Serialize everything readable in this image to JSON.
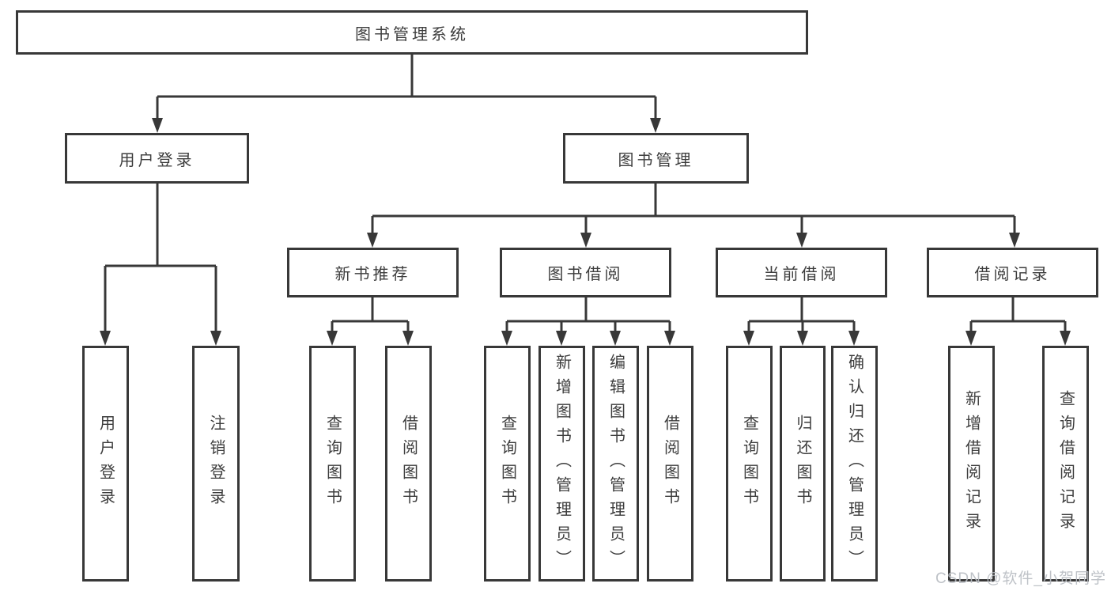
{
  "diagram": {
    "root_label": "图书管理系统",
    "branches": [
      {
        "label": "用户登录",
        "children": [
          {
            "label": "用户登录"
          },
          {
            "label": "注销登录"
          }
        ]
      },
      {
        "label": "图书管理",
        "children": [
          {
            "label": "新书推荐",
            "children": [
              {
                "label": "查询图书"
              },
              {
                "label": "借阅图书"
              }
            ]
          },
          {
            "label": "图书借阅",
            "children": [
              {
                "label": "查询图书"
              },
              {
                "label": "新增图书（管理员）"
              },
              {
                "label": "编辑图书（管理员）"
              },
              {
                "label": "借阅图书"
              }
            ]
          },
          {
            "label": "当前借阅",
            "children": [
              {
                "label": "查询图书"
              },
              {
                "label": "归还图书"
              },
              {
                "label": "确认归还（管理员）"
              }
            ]
          },
          {
            "label": "借阅记录",
            "children": [
              {
                "label": "新增借阅记录"
              },
              {
                "label": "查询借阅记录"
              }
            ]
          }
        ]
      }
    ]
  },
  "watermark": {
    "text": "CSDN @软件_小贺同学"
  },
  "colors": {
    "line": "#383838",
    "box_border": "#383838",
    "text": "#3d3d3d",
    "watermark": "#b9bdc3",
    "background": "#ffffff"
  }
}
